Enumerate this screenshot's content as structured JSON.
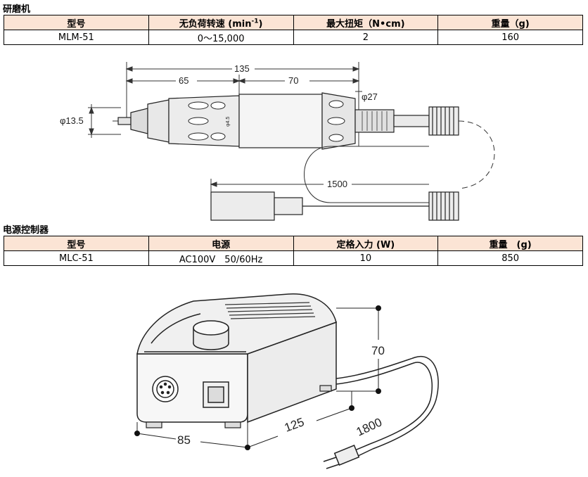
{
  "grinder": {
    "title": "研磨机",
    "headers": [
      "型号",
      "无负荷转速 (min",
      "最大扭矩（N•cm)",
      "重量（g)"
    ],
    "rpm_unit_sup": "-1",
    "rpm_unit_close": ")",
    "row": [
      "MLM-51",
      "0～15,000",
      "2",
      "160"
    ],
    "dims": {
      "total": "135",
      "front": "65",
      "rear": "70",
      "tip_dia": "φ13.5",
      "body_dia": "φ27",
      "cord": "1500",
      "small_mark": "φ4.5"
    }
  },
  "controller": {
    "title": "电源控制器",
    "headers": [
      "型号",
      "电源",
      "定格入力 (W)",
      "重量　(g)"
    ],
    "row": [
      "MLC-51",
      "AC100V　50/60Hz",
      "10",
      "850"
    ],
    "dims": {
      "height": "70",
      "width": "85",
      "depth": "125",
      "cord": "1800"
    }
  }
}
